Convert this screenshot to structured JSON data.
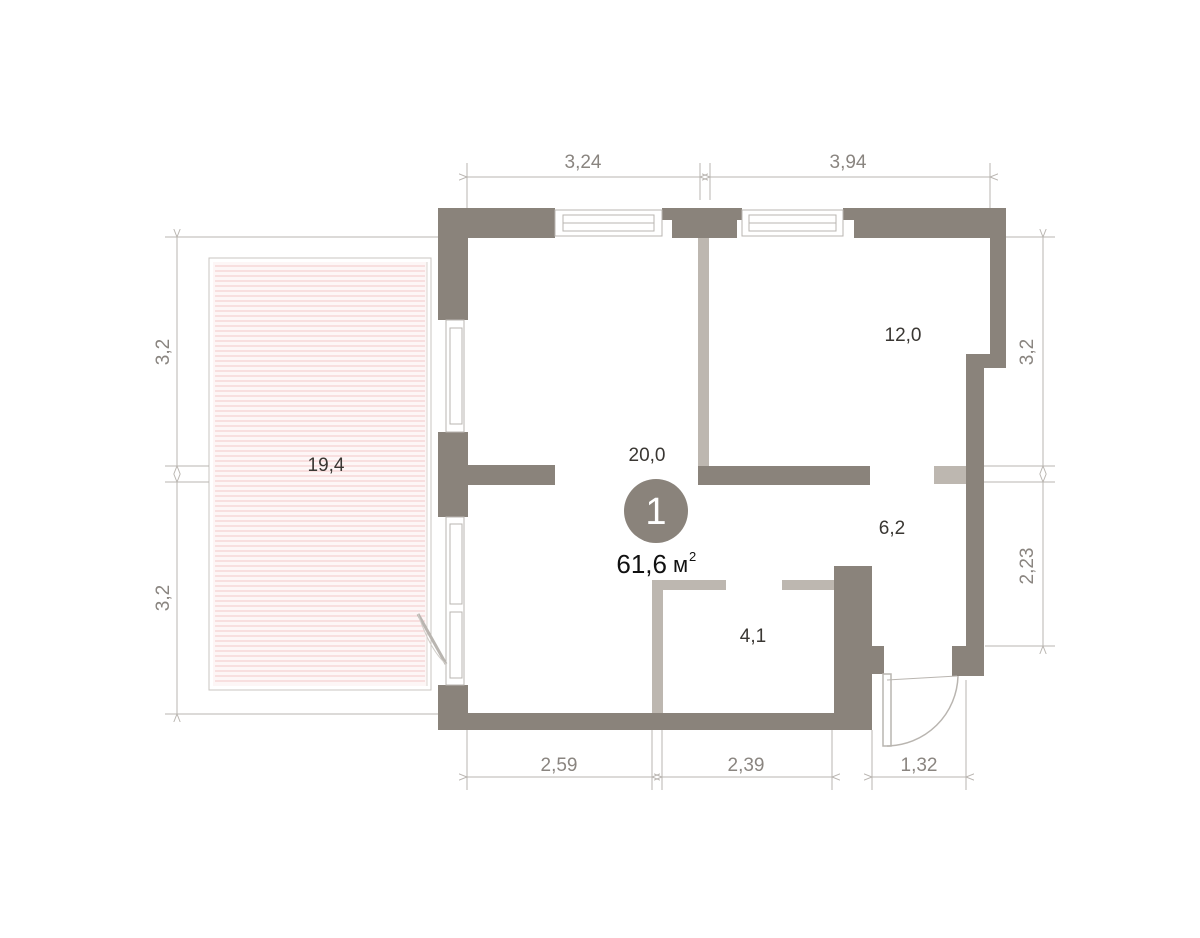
{
  "plan": {
    "apartment_number": "1",
    "total_area": "61,6",
    "area_unit": "м",
    "area_unit_sup": "2",
    "rooms": {
      "living": "20,0",
      "bedroom": "12,0",
      "hall": "6,2",
      "bathroom": "4,1",
      "terrace": "19,4"
    },
    "dimensions": {
      "top_left": "3,24",
      "top_right": "3,94",
      "bottom_left": "2,59",
      "bottom_mid": "2,39",
      "bottom_right": "1,32",
      "left_top": "3,2",
      "left_bottom": "3,2",
      "right_top": "3,2",
      "right_bottom": "2,23"
    },
    "colors": {
      "wall": "#8a837b",
      "partition": "#bdb7b0",
      "badge": "#8a837b",
      "terrace_hatch": "#f0b8b8"
    }
  }
}
